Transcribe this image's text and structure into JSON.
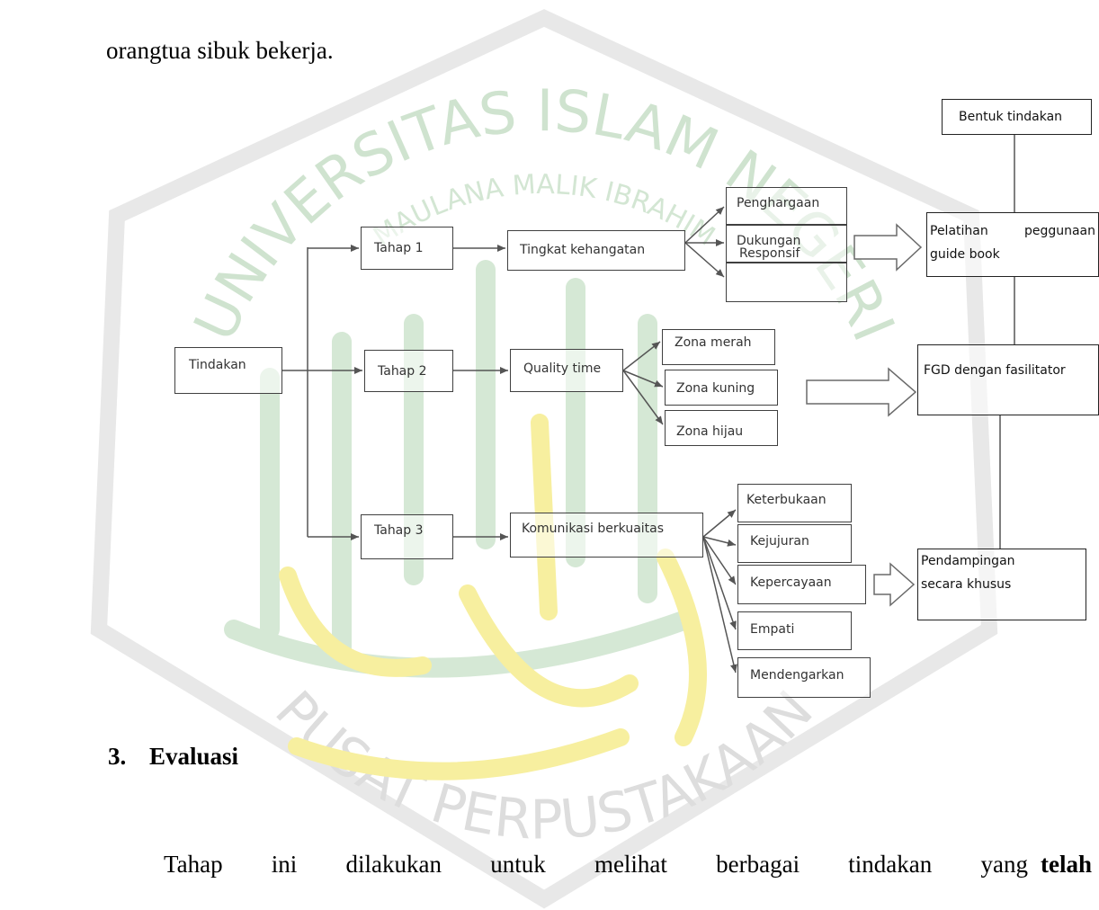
{
  "text": {
    "top_line": "orangtua sibuk bekerja.",
    "section_number": "3.",
    "section_heading": "Evaluasi",
    "bottom_line_main": "Tahap ini dilakukan untuk melihat berbagai tindakan yang",
    "bottom_line_last": "telah"
  },
  "watermark": {
    "ring_top": "UNIVERSITAS ISLAM NEGERI",
    "ring_inner": "MAULANA MALIK IBRAHIM",
    "ring_bottom": "PUSAT PERPUSTAKAAN",
    "green": "#c9dfc9",
    "yellow": "#f7ee9a"
  },
  "diagram": {
    "root": "Tindakan",
    "stages": [
      "Tahap 1",
      "Tahap 2",
      "Tahap 3"
    ],
    "aspects": [
      "Tingkat kehangatan",
      "Quality time",
      "Komunikasi berkuaitas"
    ],
    "stage1_items": [
      "Penghargaan",
      "Dukungan",
      "Responsif"
    ],
    "stage2_items": [
      "Zona merah",
      "Zona kuning",
      "Zona hijau"
    ],
    "stage3_items": [
      "Keterbukaan",
      "Kejujuran",
      "Kepercayaan",
      "Empati",
      "Mendengarkan"
    ],
    "action_header": "Bentuk tindakan",
    "action1_line1a": "Pelatihan",
    "action1_line1b": "peggunaan",
    "action1_line2": "guide book",
    "action2": "FGD dengan fasilitator",
    "action3_line1": "Pendampingan",
    "action3_line2": "secara khusus"
  }
}
